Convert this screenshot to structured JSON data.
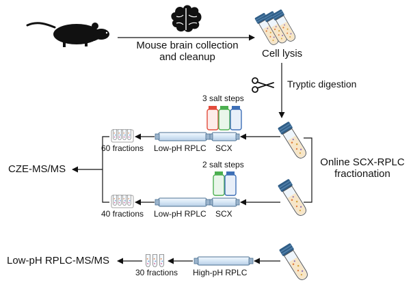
{
  "steps": {
    "collection_line1": "Mouse brain collection",
    "collection_line2": "and cleanup",
    "lysis": "Cell lysis",
    "digestion": "Tryptic digestion",
    "online_line1": "Online SCX-RPLC",
    "online_line2": "fractionation"
  },
  "branch_top": {
    "salt_steps": "3 salt steps",
    "fractions": "60 fractions",
    "rplc": "Low-pH RPLC",
    "scx": "SCX"
  },
  "branch_middle": {
    "salt_steps": "2 salt steps",
    "fractions": "40 fractions",
    "rplc": "Low-pH RPLC",
    "scx": "SCX"
  },
  "branch_bottom": {
    "fractions": "30 fractions",
    "rplc": "High-pH RPLC"
  },
  "outputs": {
    "cze": "CZE-MS/MS",
    "lowph": "Low-pH RPLC-MS/MS"
  },
  "colors": {
    "tube_cap": "#2f5d86",
    "column_fill": "#dce9f5",
    "column_stroke": "#4a6f91",
    "bottle_red": "#e24b3b",
    "bottle_green": "#4caf50",
    "bottle_blue": "#3d6fb6"
  }
}
